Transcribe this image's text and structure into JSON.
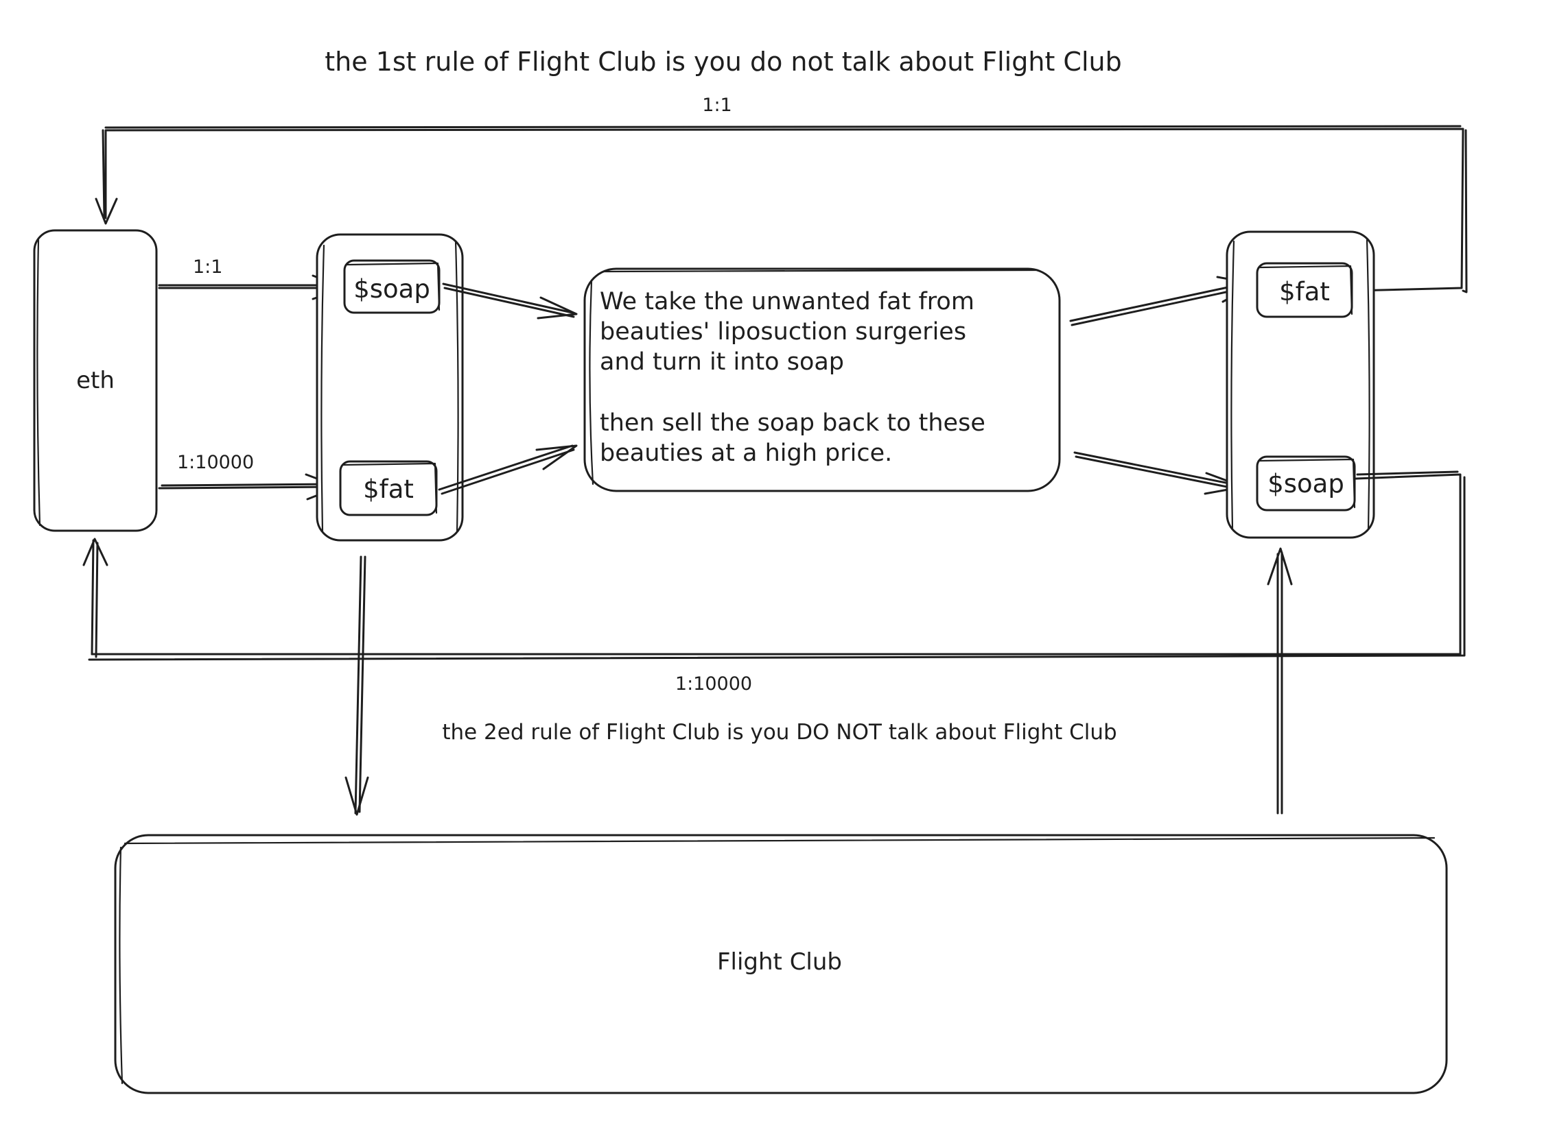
{
  "diagram": {
    "rule_1": "the 1st rule of Flight Club is you do not talk about Flight Club",
    "rule_2": "the 2ed rule of Flight Club is you DO NOT talk about Flight Club",
    "nodes": {
      "eth": "eth",
      "left_soap": "$soap",
      "left_fat": "$fat",
      "right_fat": "$fat",
      "right_soap": "$soap",
      "flight_club": "Flight Club"
    },
    "description": {
      "line1": "We take the unwanted fat from",
      "line2": "beauties' liposuction surgeries",
      "line3": "and turn it into soap",
      "line4": "then sell the soap back to these",
      "line5": "beauties at a high price."
    },
    "edge_labels": {
      "top_loop": "1:1",
      "eth_to_soap": "1:1",
      "eth_to_fat": "1:10000",
      "bottom_loop": "1:10000"
    }
  }
}
